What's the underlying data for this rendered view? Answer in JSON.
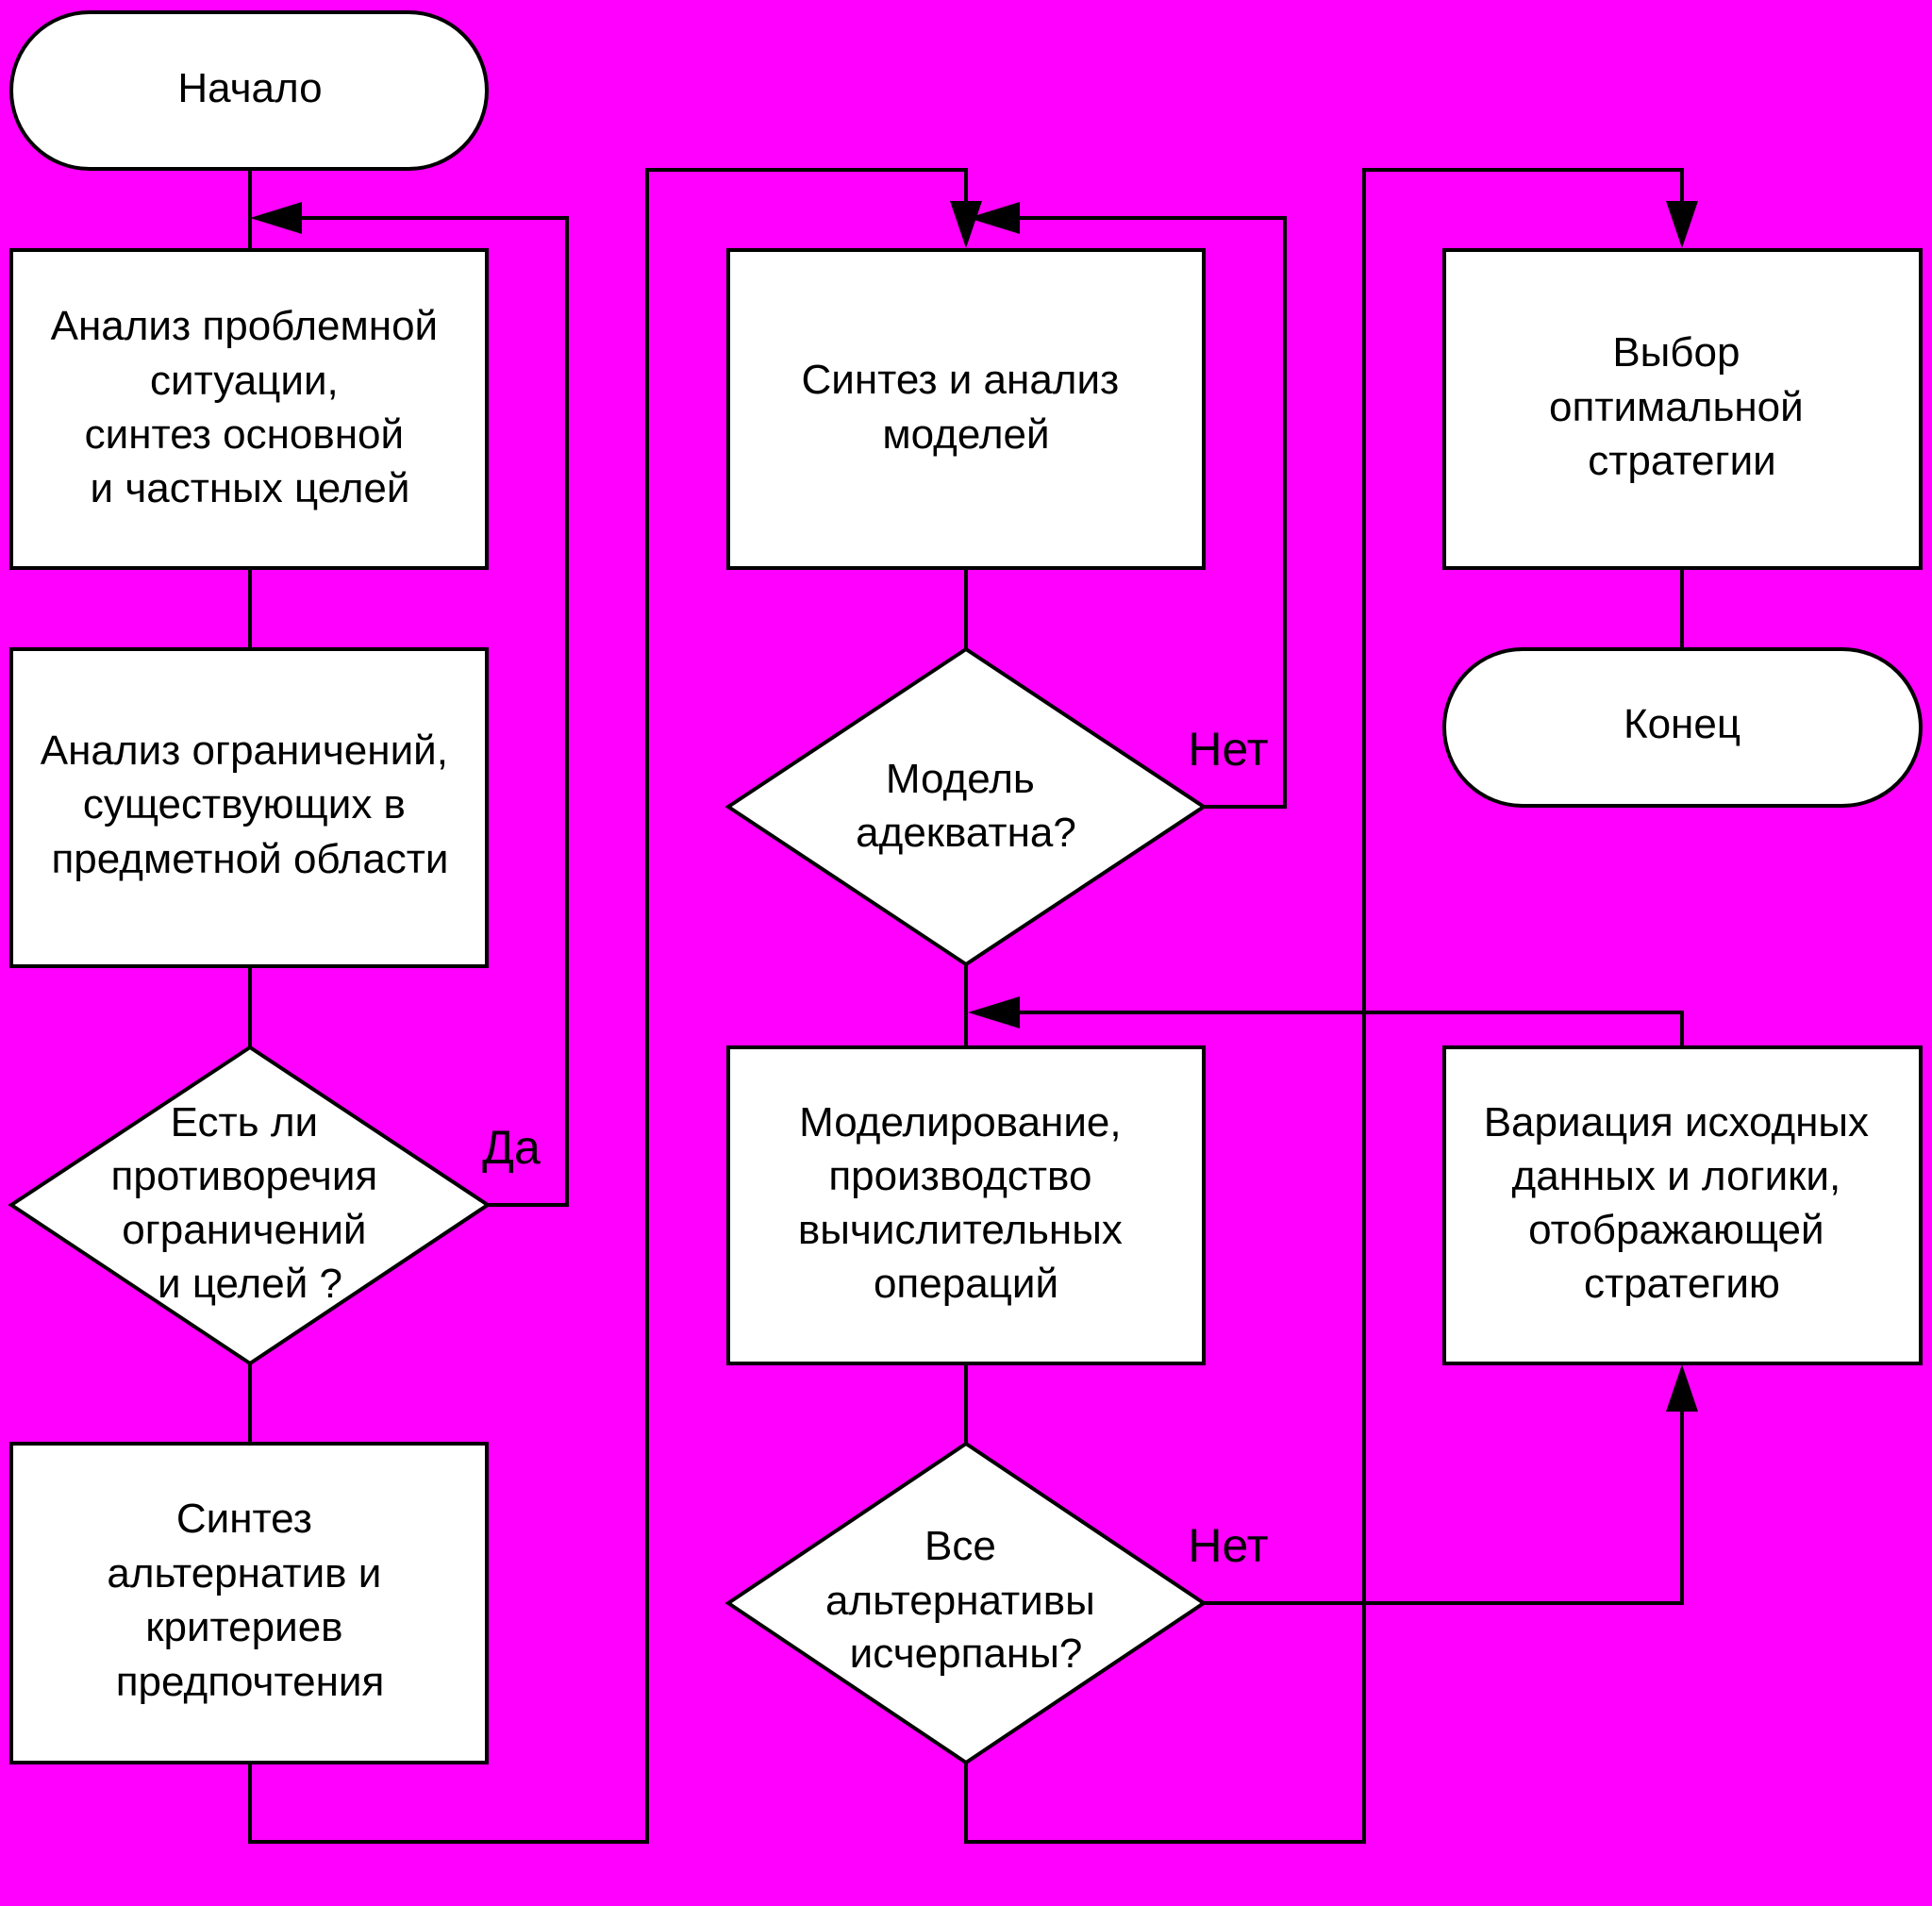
{
  "colors": {
    "background": "#ff00ff",
    "shape_fill": "#ffffff",
    "stroke": "#000000"
  },
  "nodes": {
    "start": {
      "shape": "terminal",
      "lines": [
        "Начало"
      ]
    },
    "analysis_problem": {
      "shape": "process",
      "lines": [
        "Анализ проблемной",
        "ситуации,",
        "синтез основной",
        "и частных целей"
      ]
    },
    "analysis_limits": {
      "shape": "process",
      "lines": [
        "Анализ ограничений,",
        "существующих в",
        "предметной области"
      ]
    },
    "decision_conflicts": {
      "shape": "decision",
      "lines": [
        "Есть ли",
        "противоречия",
        "ограничений",
        "и целей ?"
      ]
    },
    "synthesis_alternatives": {
      "shape": "process",
      "lines": [
        "Синтез",
        "альтернатив и",
        "критериев",
        "предпочтения"
      ]
    },
    "synthesis_models": {
      "shape": "process",
      "lines": [
        "Синтез и анализ",
        "моделей"
      ]
    },
    "decision_model": {
      "shape": "decision",
      "lines": [
        "Модель",
        "адекватна?"
      ]
    },
    "modeling": {
      "shape": "process",
      "lines": [
        "Моделирование,",
        "производство",
        "вычислительных",
        "операций"
      ]
    },
    "decision_exhausted": {
      "shape": "decision",
      "lines": [
        "Все",
        "альтернативы",
        "исчерпаны?"
      ]
    },
    "choice_strategy": {
      "shape": "process",
      "lines": [
        "Выбор",
        "оптимальной",
        "стратегии"
      ]
    },
    "end": {
      "shape": "terminal",
      "lines": [
        "Конец"
      ]
    },
    "variation": {
      "shape": "process",
      "lines": [
        "Вариация исходных",
        "данных и логики,",
        "отображающей",
        "стратегию"
      ]
    }
  },
  "branch_labels": {
    "conflicts_yes": "Да",
    "model_no": "Нет",
    "exhausted_no": "Нет"
  }
}
